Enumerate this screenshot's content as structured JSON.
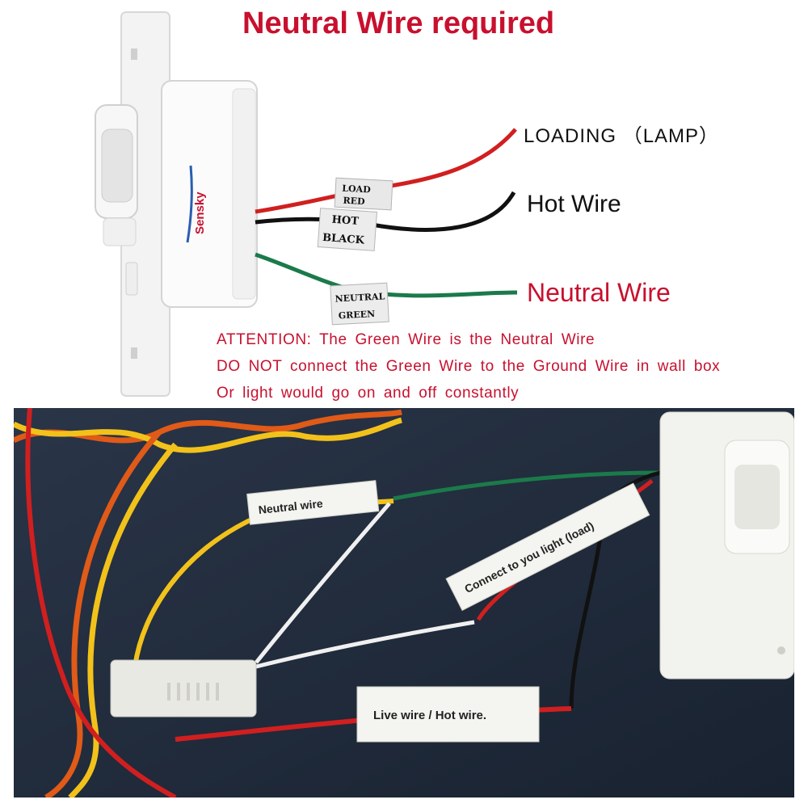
{
  "top_panel": {
    "title": "Neutral Wire required",
    "brand": "Sensky",
    "wire_tags": {
      "load_line1": "LOAD",
      "load_line2": "RED",
      "hot_line1": "HOT",
      "hot_line2": "BLACK",
      "neutral_line1": "NEUTRAL",
      "neutral_line2": "GREEN"
    },
    "labels": {
      "load": "LOADING （LAMP）",
      "hot": "Hot  Wire",
      "neutral": "Neutral  Wire"
    },
    "attention": [
      "ATTENTION: The Green Wire is the Neutral Wire",
      "DO NOT connect the Green Wire to the Ground Wire in wall box",
      "Or light would go on and off constantly"
    ]
  },
  "bottom_panel": {
    "tags": {
      "neutral": "Neutral wire",
      "load": "Connect to you light (load)",
      "live": "Live wire / Hot wire."
    }
  },
  "colors": {
    "accent_red": "#c8102e",
    "wire_red": "#d11f1f",
    "wire_black": "#111111",
    "wire_green": "#1b7a4a",
    "wire_yellow": "#f2c21b",
    "wire_orange": "#e05a18",
    "board_background": "#1f2a3a"
  }
}
